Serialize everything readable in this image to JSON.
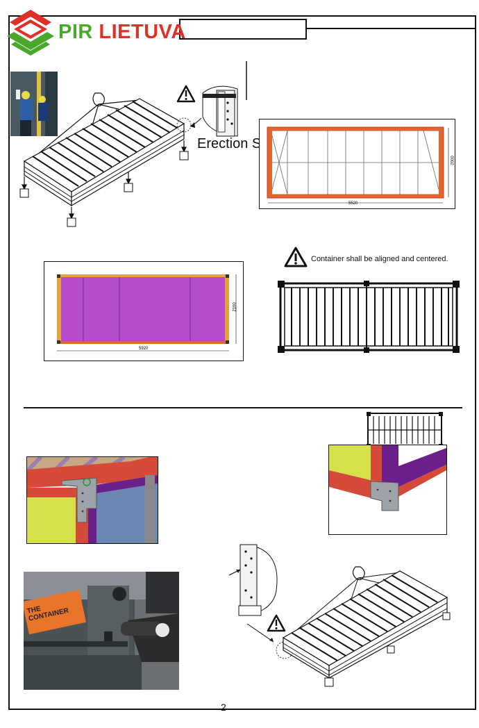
{
  "brand": {
    "name_part1": "PIR",
    "name_part2": "LIETUVA",
    "green": "#4aa82d",
    "red": "#e03129"
  },
  "header": {
    "title_box_text": ""
  },
  "section1": {
    "title": "Erection Steps",
    "plan_top": {
      "dim_width": "5520",
      "dim_height": "2000"
    },
    "plan_bottom": {
      "dim_width": "5920",
      "dim_height": "2100"
    },
    "warning_text": "Container shall be aligned and centered."
  },
  "section2": {
    "photo_label": "THE CONTAINER"
  },
  "footer": {
    "page_number": "2"
  },
  "colors": {
    "magenta": "#b44ccc",
    "orange_frame": "#e0662c",
    "yellow": "#d6e04a",
    "purple": "#6a1f8a",
    "red_beam": "#d64a3a",
    "steel_blue": "#6b88b4"
  },
  "icons": [
    "warning-triangle-icon",
    "crane-hook-icon",
    "pir-logo-icon"
  ]
}
